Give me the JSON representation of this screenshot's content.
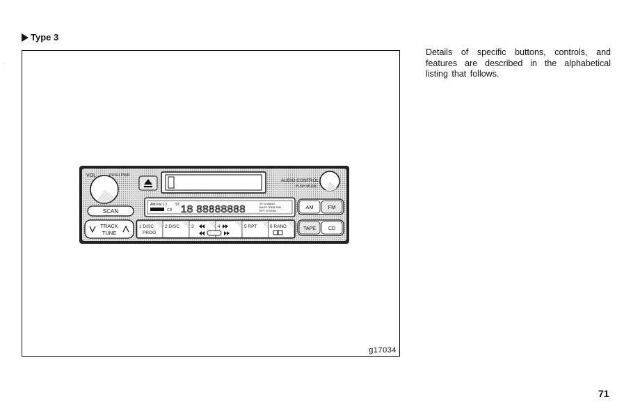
{
  "heading": {
    "marker": "▶",
    "text": "Type 3"
  },
  "figure": {
    "code": "g17034",
    "radio": {
      "vol_label": "VOL",
      "pwr_label": "PUSH PWR",
      "eject_icon": "eject-icon",
      "audio_control_label": "AUDIO CONTROL",
      "audio_control_sub": "PUSH MODE",
      "scan_label": "SCAN",
      "display_left_top": "AM FM 1 2",
      "display_left_bottom": "CD",
      "display_st": "ST",
      "display_digits": "18 88888888",
      "display_right_top": "ST D MANU",
      "display_right_mid": "BASS TREB FAD",
      "display_right_bottom": "RPT D RAND",
      "am_label": "AM",
      "fm_label": "FM",
      "tape_label": "TAPE",
      "cd_label": "CD",
      "track_label": "TRACK",
      "tune_label": "TUNE",
      "presets": [
        {
          "top": "1 DISC",
          "bottom": "PROG"
        },
        {
          "top": "2 DISC",
          "bottom": ""
        },
        {
          "top": "3",
          "bottom": ""
        },
        {
          "top": "4",
          "bottom": ""
        },
        {
          "top": "5  RPT",
          "bottom": ""
        },
        {
          "top": "6  RAND",
          "bottom": ""
        }
      ]
    }
  },
  "side_text": "Details of specific buttons, controls, and features are described in the alphabetical listing that follows.",
  "page_number": "71"
}
